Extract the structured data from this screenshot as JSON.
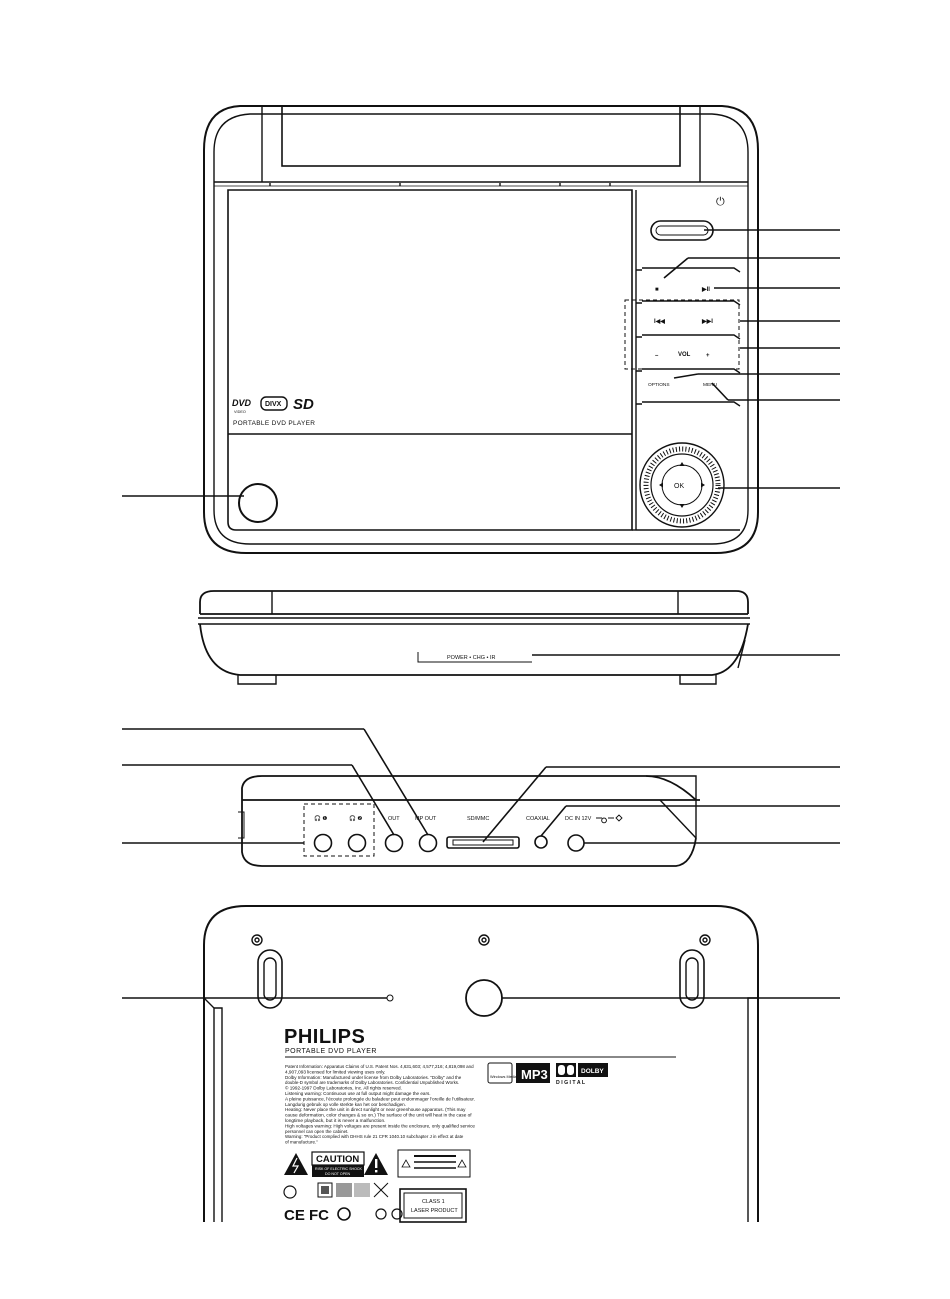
{
  "front": {
    "buttons": {
      "stop": "■",
      "play_pause": "▶II",
      "prev": "I◀◀",
      "next": "▶▶I",
      "vol_minus": "–",
      "vol": "VOL",
      "vol_plus": "+",
      "options": "OPTIONS",
      "menu": "MENU",
      "ok": "OK",
      "power_symbol": "⏻"
    },
    "logos": {
      "dvd": "DVD",
      "dvd_sub": "VIDEO",
      "divx": "DIVX",
      "sd": "SD"
    },
    "model_text": "PORTABLE DVD PLAYER"
  },
  "side": {
    "indicator_text": "POWER • CHG • IR"
  },
  "ports": {
    "headphone1": "🎧 ❶",
    "headphone2": "🎧 ❷",
    "av_out": "OUT",
    "mp_out": "MP OUT",
    "card_slot": "SD/MMC",
    "coaxial": "COAXIAL",
    "dc_in": "DC IN 12V"
  },
  "back": {
    "brand": "PHILIPS",
    "subtitle": "PORTABLE DVD PLAYER",
    "caution": {
      "title": "CAUTION",
      "line1": "RISK OF ELECTRIC SHOCK",
      "line2": "DO NOT OPEN"
    },
    "laser": {
      "line1": "CLASS 1",
      "line2": "LASER PRODUCT"
    },
    "dolby": {
      "line1": "DOLBY",
      "line2": "D I G I T A L"
    },
    "windows": "Windows Media™",
    "mp3": "MP3",
    "ce_fcc": "CE FC",
    "info_text": [
      "Patent Information: Apparatus Claims of U.S. Patent Nos. 4,631,603; 4,577,216; 4,819,098 and",
      "4,907,093 licensed for limited viewing uses only.",
      "Dolby Information: Manufactured under license from Dolby Laboratories. \"Dolby\" and the",
      "double-D symbol are trademarks of Dolby Laboratories. Confidential Unpublished Works.",
      "© 1992-1997 Dolby Laboratories, Inc. All rights reserved.",
      "Listening warning: Continuous use at full output might damage the ears.",
      "A pleine puissance, l'écoute prolongée du baladeur peut endommager l'oreille de l'utilisateur.",
      "Langdurig gebruik op volle sterkte kan het oor beschadigen.",
      "Heating: Never place the unit in direct sunlight or near greenhouse apparatus. (This may",
      "cause deformation, color changes & so on.) The surface of the unit will heat in the case of",
      "longtime playback, but it is never a malfunction.",
      "High voltages warning: High voltages are present inside the enclosure, only qualified service",
      "personnel can open the cabinet.",
      "Warning: \"Product complied with DHHS rule 21 CFR 1040.10 subchapter J in effect at date",
      "of manufacture.\""
    ]
  }
}
